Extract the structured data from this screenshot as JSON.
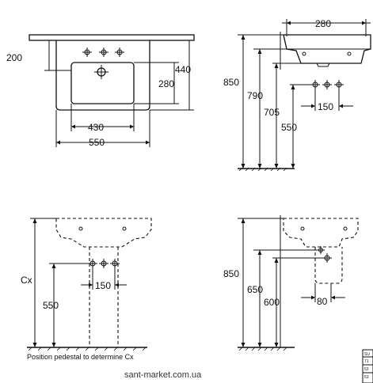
{
  "views": {
    "top": {
      "dim_width_total": "550",
      "dim_width_inner": "430",
      "dim_depth_total": "440",
      "dim_depth_inner": "280",
      "dim_tap_offset": "200"
    },
    "side": {
      "dim_bowl_depth": "280",
      "dim_rim_height": "850",
      "dim_overflow_height": "790",
      "dim_waste_height": "705",
      "dim_supply_height": "550",
      "dim_supply_spacing": "150"
    },
    "front_pedestal": {
      "dim_cx": "Cx",
      "dim_supply_height": "550",
      "dim_supply_spacing": "150",
      "note": "Position pedestal to determine Cx"
    },
    "side_semipedestal": {
      "dim_rim_height": "850",
      "dim_overflow_height": "650",
      "dim_waste_height": "600",
      "dim_semi_width": "80"
    }
  },
  "title_block": {
    "rows": [
      "SU",
      "71",
      "53",
      "53"
    ]
  },
  "watermark": "sant-market.com.ua"
}
